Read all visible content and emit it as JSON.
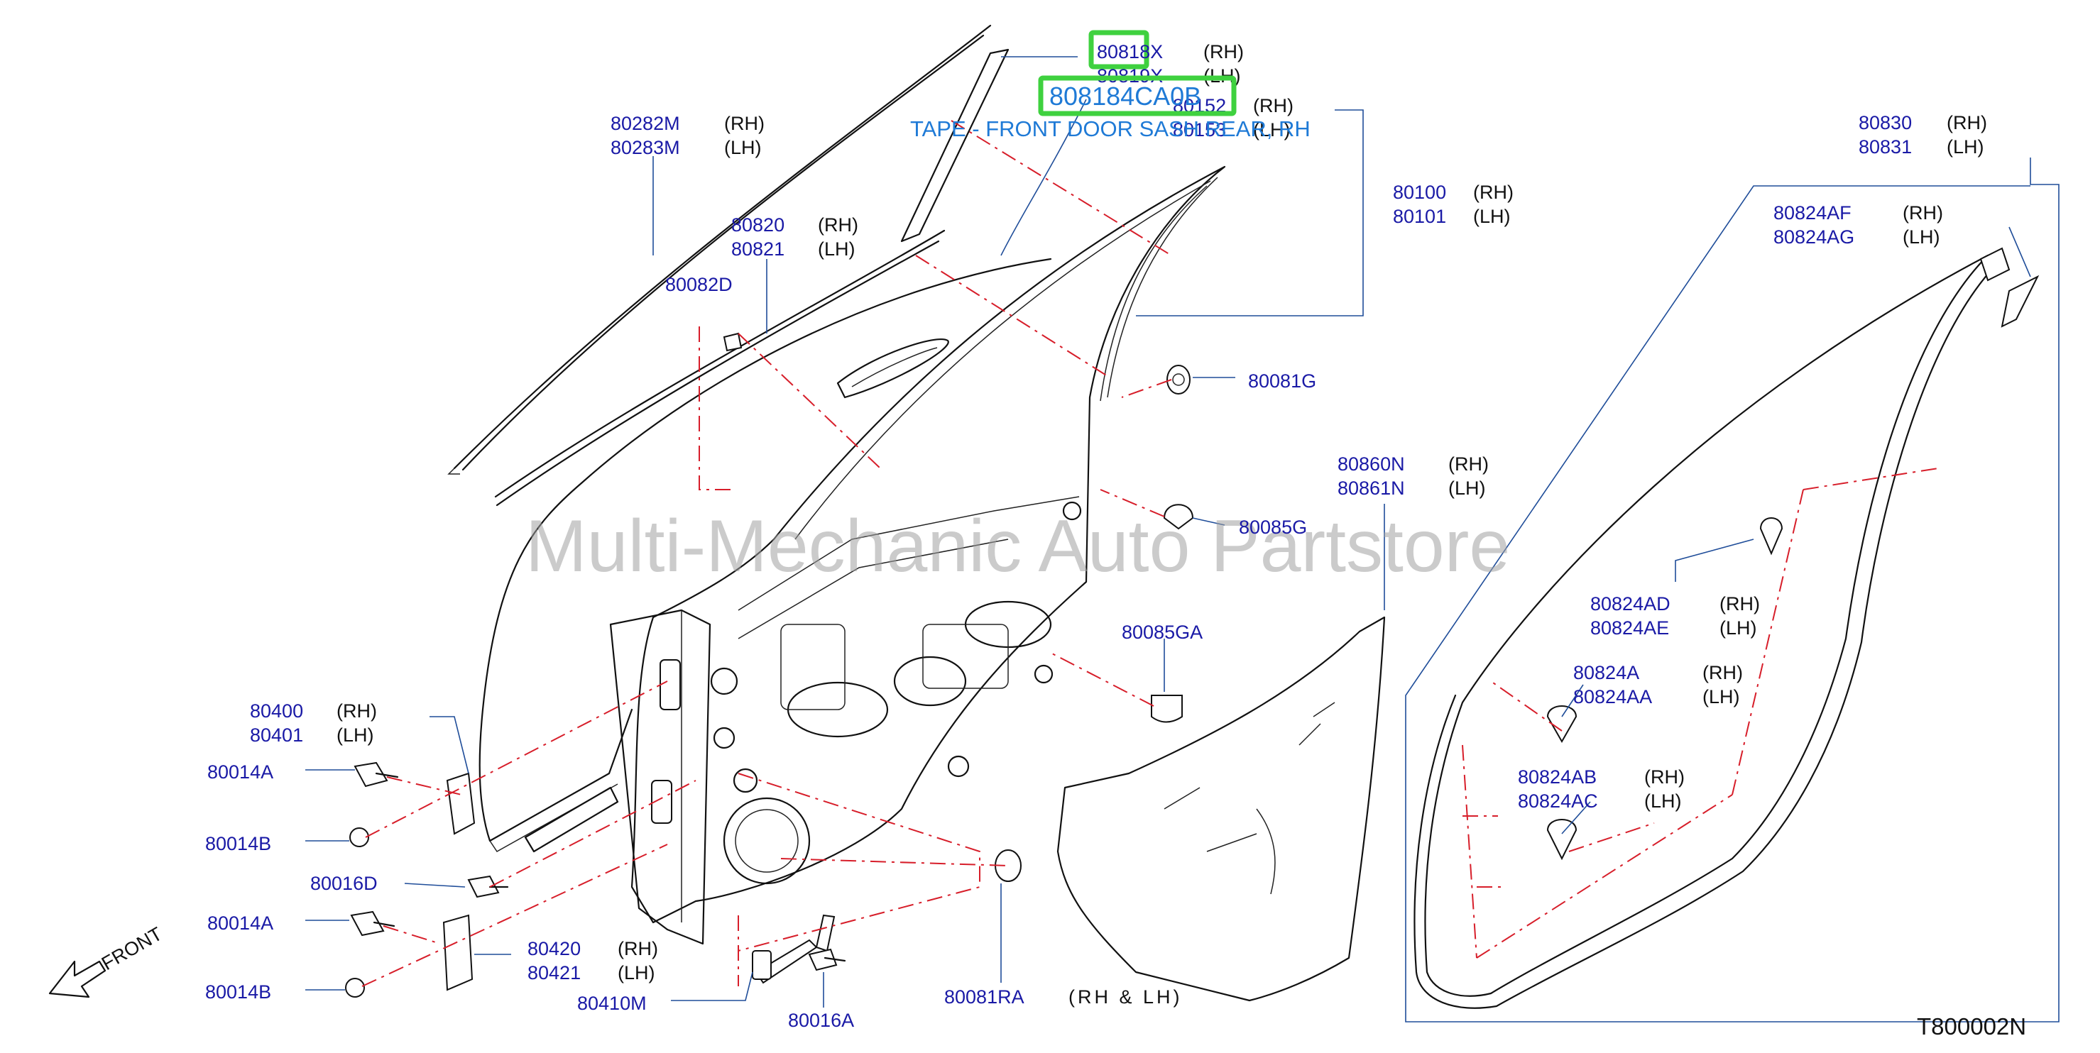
{
  "diagram_code": "T800002N",
  "watermark": "Multi-Mechanic Auto Partstore",
  "highlight": {
    "part_number": "808184CA0B",
    "description": "TAPE - FRONT DOOR SASH REAR, RH"
  },
  "front_label": "FRONT",
  "rh_lh_label": "(RH & LH)",
  "parts": [
    {
      "id": "p80818x",
      "number": "80818X",
      "side": "(RH)"
    },
    {
      "id": "p80819x",
      "number": "80819X",
      "side": "(LH)"
    },
    {
      "id": "p80152",
      "number": "80152",
      "side": "(RH)"
    },
    {
      "id": "p80153",
      "number": "80153",
      "side": "(LH)"
    },
    {
      "id": "p80282m",
      "number": "80282M",
      "side": "(RH)"
    },
    {
      "id": "p80283m",
      "number": "80283M",
      "side": "(LH)"
    },
    {
      "id": "p80820",
      "number": "80820",
      "side": "(RH)"
    },
    {
      "id": "p80821",
      "number": "80821",
      "side": "(LH)"
    },
    {
      "id": "p80082d",
      "number": "80082D",
      "side": ""
    },
    {
      "id": "p80100",
      "number": "80100",
      "side": "(RH)"
    },
    {
      "id": "p80101",
      "number": "80101",
      "side": "(LH)"
    },
    {
      "id": "p80081g",
      "number": "80081G",
      "side": ""
    },
    {
      "id": "p80085g",
      "number": "80085G",
      "side": ""
    },
    {
      "id": "p80085ga",
      "number": "80085GA",
      "side": ""
    },
    {
      "id": "p80860n",
      "number": "80860N",
      "side": "(RH)"
    },
    {
      "id": "p80861n",
      "number": "80861N",
      "side": "(LH)"
    },
    {
      "id": "p80830",
      "number": "80830",
      "side": "(RH)"
    },
    {
      "id": "p80831",
      "number": "80831",
      "side": "(LH)"
    },
    {
      "id": "p80824af",
      "number": "80824AF",
      "side": "(RH)"
    },
    {
      "id": "p80824ag",
      "number": "80824AG",
      "side": "(LH)"
    },
    {
      "id": "p80824ad",
      "number": "80824AD",
      "side": "(RH)"
    },
    {
      "id": "p80824ae",
      "number": "80824AE",
      "side": "(LH)"
    },
    {
      "id": "p80824a",
      "number": "80824A",
      "side": "(RH)"
    },
    {
      "id": "p80824aa",
      "number": "80824AA",
      "side": "(LH)"
    },
    {
      "id": "p80824ab",
      "number": "80824AB",
      "side": "(RH)"
    },
    {
      "id": "p80824ac",
      "number": "80824AC",
      "side": "(LH)"
    },
    {
      "id": "p80400",
      "number": "80400",
      "side": "(RH)"
    },
    {
      "id": "p80401",
      "number": "80401",
      "side": "(LH)"
    },
    {
      "id": "p80014a1",
      "number": "80014A",
      "side": ""
    },
    {
      "id": "p80014b1",
      "number": "80014B",
      "side": ""
    },
    {
      "id": "p80016d",
      "number": "80016D",
      "side": ""
    },
    {
      "id": "p80014a2",
      "number": "80014A",
      "side": ""
    },
    {
      "id": "p80014b2",
      "number": "80014B",
      "side": ""
    },
    {
      "id": "p80420",
      "number": "80420",
      "side": "(RH)"
    },
    {
      "id": "p80421",
      "number": "80421",
      "side": "(LH)"
    },
    {
      "id": "p80410m",
      "number": "80410M",
      "side": ""
    },
    {
      "id": "p80016a",
      "number": "80016A",
      "side": ""
    },
    {
      "id": "p80081ra",
      "number": "80081RA",
      "side": ""
    }
  ]
}
